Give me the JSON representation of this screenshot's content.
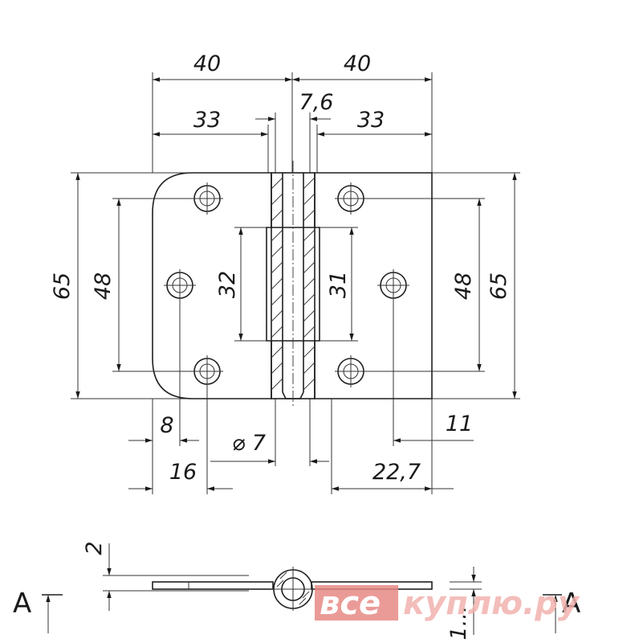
{
  "dimensions": {
    "top_left_width": "40",
    "top_right_width": "40",
    "hole_span_left": "33",
    "hole_span_right": "33",
    "knuckle_width": "7,6",
    "height_left": "65",
    "holes_pitch_left": "48",
    "cutout_left": "32",
    "cutout_right": "31",
    "holes_pitch_right": "48",
    "height_right": "65",
    "hole_offset_small": "8",
    "hole_offset_large": "16",
    "pin_diameter": "⌀ 7",
    "right_hole_offset": "11",
    "right_leaf_offset": "22,7",
    "thickness": "2",
    "side_height": "1..."
  },
  "section": {
    "left_label": "A",
    "right_label": "A"
  },
  "watermark": {
    "part1": "все",
    "part2": "куплю.ру"
  },
  "colors": {
    "line": "#1f1f1f",
    "watermark_red": "#e88a86"
  }
}
